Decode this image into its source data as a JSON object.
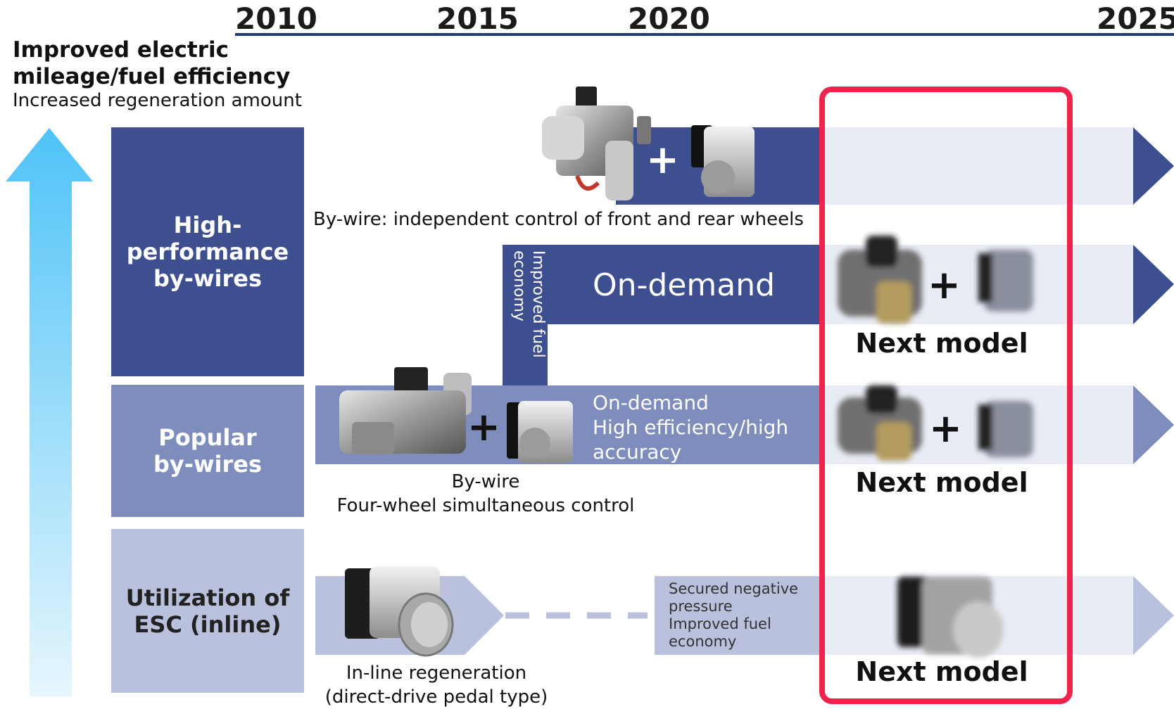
{
  "years": [
    "2010",
    "2015",
    "2020",
    "2025"
  ],
  "goal": {
    "title_line1": "Improved electric",
    "title_line2": "mileage/fuel efficiency",
    "subtitle": "Increased regeneration amount"
  },
  "categories": {
    "high_performance": {
      "line1": "High-",
      "line2": "performance",
      "line3": "by-wires"
    },
    "popular": {
      "line1": "Popular",
      "line2": "by-wires"
    },
    "esc": {
      "line1": "Utilization of",
      "line2": "ESC (inline)"
    }
  },
  "rows": {
    "independent": {
      "caption": "By-wire: independent control of front and rear wheels",
      "plus": "+"
    },
    "on_demand": {
      "title": "On-demand",
      "vertical_label_line1": "Improved fuel",
      "vertical_label_line2": "economy",
      "plus": "+",
      "next_model": "Next model"
    },
    "popular": {
      "text_line1": "On-demand",
      "text_line2": "High efficiency/high",
      "text_line3": "accuracy",
      "caption_line1": "By-wire",
      "caption_line2": "Four-wheel simultaneous control",
      "plus": "+",
      "plus_next": "+",
      "next_model": "Next model"
    },
    "esc": {
      "text_line1": "Secured negative",
      "text_line2": "pressure",
      "text_line3": "Improved fuel",
      "text_line4": "economy",
      "caption_line1": "In-line regeneration",
      "caption_line2": "(direct-drive pedal type)",
      "next_model": "Next model"
    }
  },
  "colors": {
    "dark_blue": "#3d4f8f",
    "mid_blue": "#7f8dbc",
    "light_blue": "#b9c1dc",
    "pale": "#e9ecf5",
    "highlight_red": "#f0234c",
    "arrow_top": "#4fc3f7",
    "arrow_bottom": "#e6f6fd"
  },
  "icons": [
    "upward-arrow-icon",
    "brake-unit-icon",
    "esc-module-icon",
    "blurred-next-model-icon"
  ]
}
